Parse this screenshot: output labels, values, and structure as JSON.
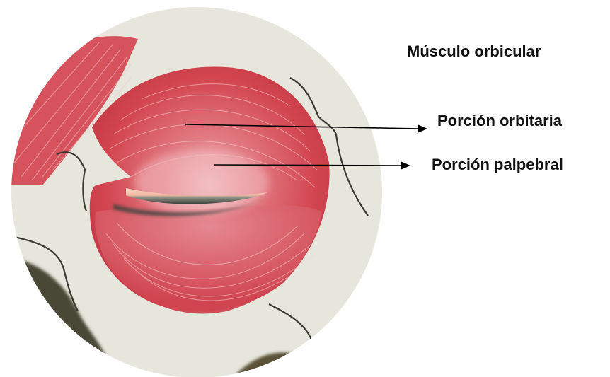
{
  "title": "Músculo orbicular",
  "labels": {
    "orbital": "Porción orbitaria",
    "palpebral": "Porción palpebral"
  },
  "colors": {
    "background_disc": "#e7e6dc",
    "muscle": "#d2454f",
    "muscle_light": "#f1c6c8",
    "bone_shadow": "#4a4634",
    "arrow": "#000000"
  }
}
